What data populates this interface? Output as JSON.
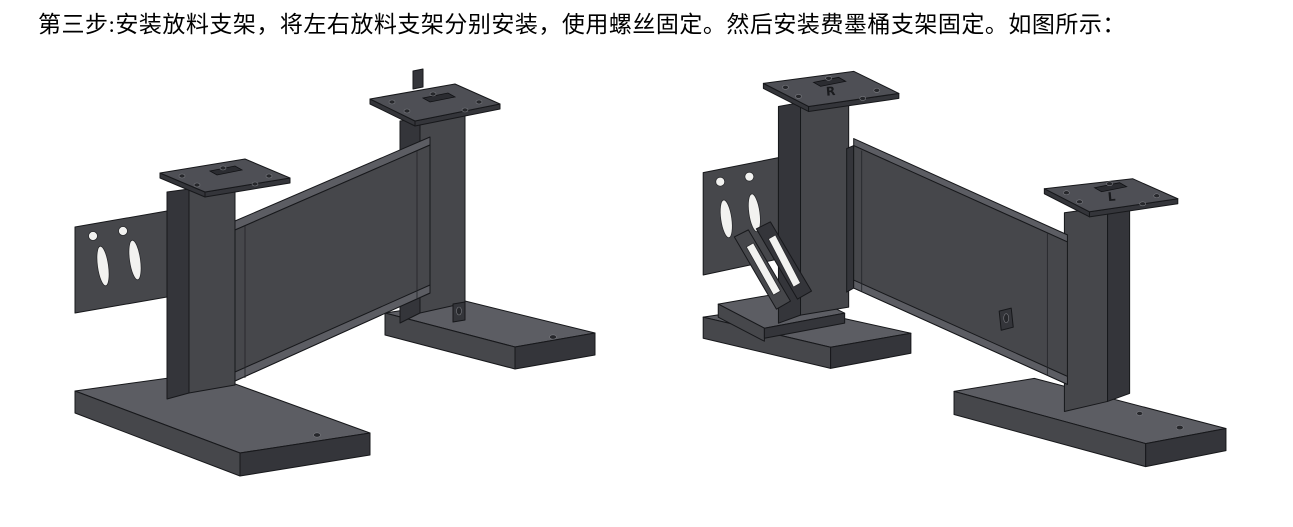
{
  "instruction": {
    "text": "第三步:安装放料支架，将左右放料支架分别安装，使用螺丝固定。然后安装费墨桶支架固定。如图所示："
  },
  "figures": {
    "right": {
      "plate_labels": {
        "r": "R",
        "l": "L"
      }
    }
  },
  "colors": {
    "background": "#ffffff",
    "metal_front": "#46474b",
    "metal_side": "#34353a",
    "metal_top": "#5c5d63",
    "metal_plate": "#4e4f55",
    "edge": "#17181b"
  }
}
